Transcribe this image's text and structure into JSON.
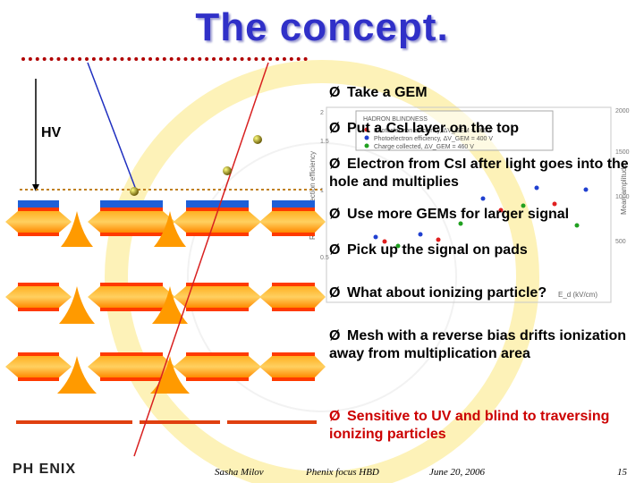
{
  "slide": {
    "title": "The concept.",
    "hv_label": "HV",
    "bullets": [
      {
        "text": "Take a GEM",
        "color": "black"
      },
      {
        "text": "Put a CsI layer on the top",
        "color": "black"
      },
      {
        "text": "Electron from CsI after light goes into the hole and multiplies",
        "color": "black"
      },
      {
        "text": "Use more GEMs for larger signal",
        "color": "black"
      },
      {
        "text": "Pick up the signal on pads",
        "color": "black"
      },
      {
        "text": "What about ionizing particle?",
        "color": "black"
      },
      {
        "text": "Mesh with a reverse bias drifts ionization away from multiplication area",
        "color": "black"
      },
      {
        "text": "Sensitive to UV and blind to traversing ionizing particles",
        "color": "red"
      }
    ],
    "bullet_marker": "Ø",
    "background_chart": {
      "legend_title": "HADRON BLINDNESS",
      "legend_entries": [
        "Photoelectron efficiency, ΔV_GEM = 460 V",
        "Photoelectron efficiency, ΔV_GEM = 400 V",
        "Charge collected, ΔV_GEM = 460 V"
      ],
      "ylabel_left": "Relative detection efficiency",
      "ylabel_right": "Mean amplitude",
      "xlabel": "E_d (kV/cm)",
      "ytick_left": [
        "0.5",
        "1",
        "1.5",
        "2"
      ],
      "ytick_right": [
        "500",
        "1000",
        "1500",
        "2000"
      ]
    },
    "footer": {
      "logo": "PH ENIX",
      "author": "Sasha Milov",
      "event": "Phenix focus HBD",
      "date": "June 20, 2006",
      "page": "15"
    },
    "colors": {
      "title": "#3030c8",
      "underline": "#b00000",
      "gem_orange": "#ff9a00",
      "gem_red": "#ff3a00",
      "csi_blue": "#1e5fd8",
      "track_red": "#d82020",
      "track_blue": "#2030c0"
    }
  }
}
